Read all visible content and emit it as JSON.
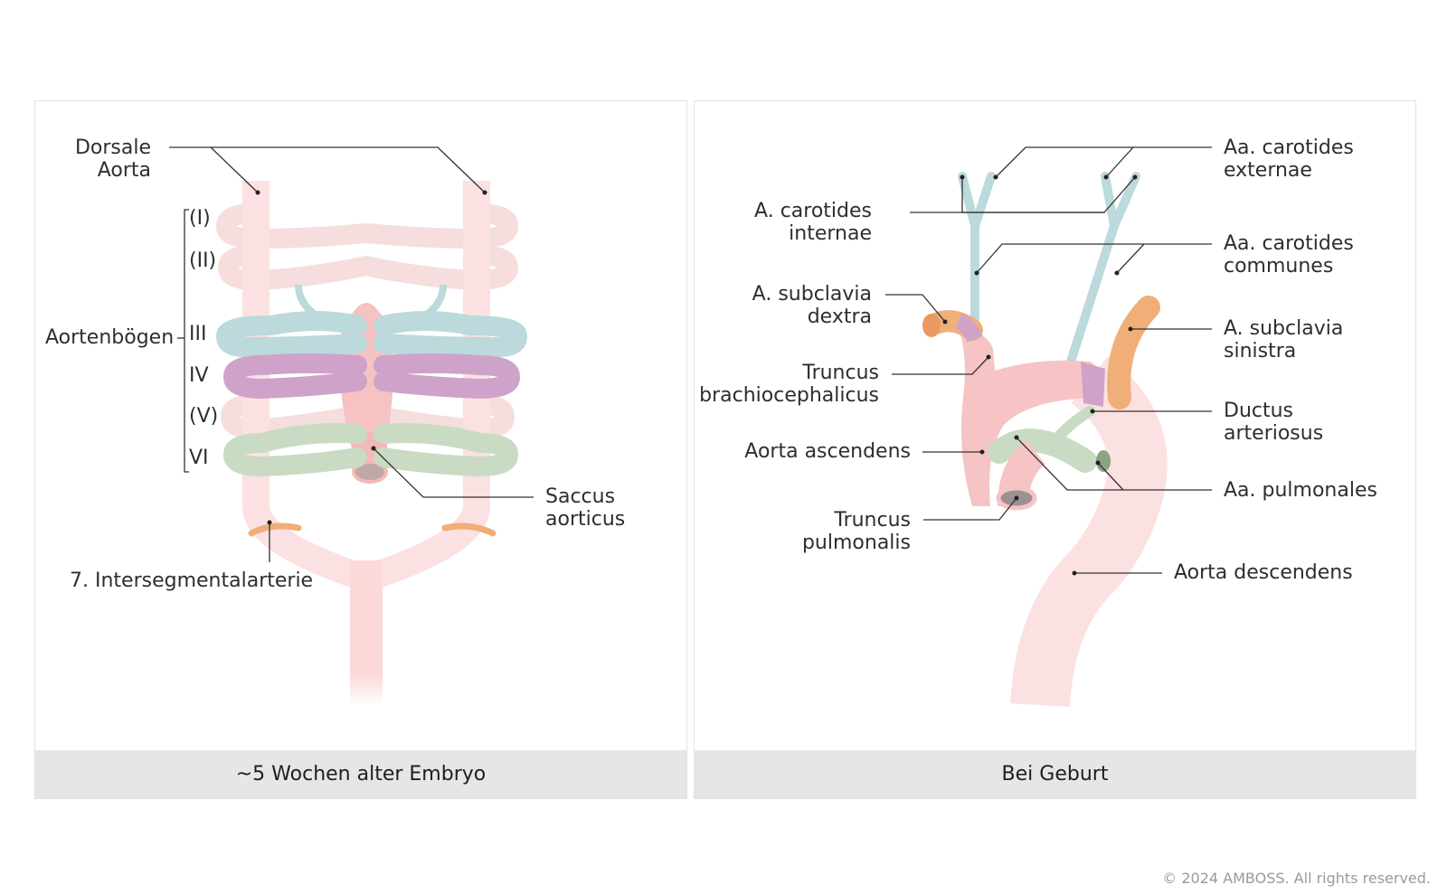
{
  "panels": {
    "left_caption": "~5 Wochen alter Embryo",
    "right_caption": "Bei Geburt"
  },
  "left_labels": {
    "dorsale_aorta_1": "Dorsale",
    "dorsale_aorta_2": "Aorta",
    "aortenboegen": "Aortenbögen",
    "arch_1": "(I)",
    "arch_2": "(II)",
    "arch_3": "III",
    "arch_4": "IV",
    "arch_5": "(V)",
    "arch_6": "VI",
    "saccus_1": "Saccus",
    "saccus_2": "aorticus",
    "intersegmental": "7. Intersegmentalarterie"
  },
  "right_labels": {
    "carotides_internae_1": "A. carotides",
    "carotides_internae_2": "internae",
    "subclavia_dextra_1": "A. subclavia",
    "subclavia_dextra_2": "dextra",
    "truncus_brachio_1": "Truncus",
    "truncus_brachio_2": "brachiocephalicus",
    "aorta_ascendens": "Aorta ascendens",
    "truncus_pulm_1": "Truncus",
    "truncus_pulm_2": "pulmonalis",
    "carotides_externae_1": "Aa. carotides",
    "carotides_externae_2": "externae",
    "carotides_communes_1": "Aa. carotides",
    "carotides_communes_2": "communes",
    "subclavia_sinistra_1": "A. subclavia",
    "subclavia_sinistra_2": "sinistra",
    "ductus_1": "Ductus",
    "ductus_2": "arteriosus",
    "aa_pulmonales": "Aa. pulmonales",
    "aorta_descendens": "Aorta descendens"
  },
  "colors": {
    "aorta_pink": "#f6c7c7",
    "aorta_light": "#fbe1e1",
    "arch_III_blue": "#bcd9dc",
    "arch_IV_purple": "#cfa3c9",
    "arch_VI_green": "#c9dcc3",
    "subclavia_orange": "#f0ae78",
    "leader": "#333333"
  },
  "footer": {
    "copyright": "© 2024 AMBOSS. All rights reserved."
  }
}
